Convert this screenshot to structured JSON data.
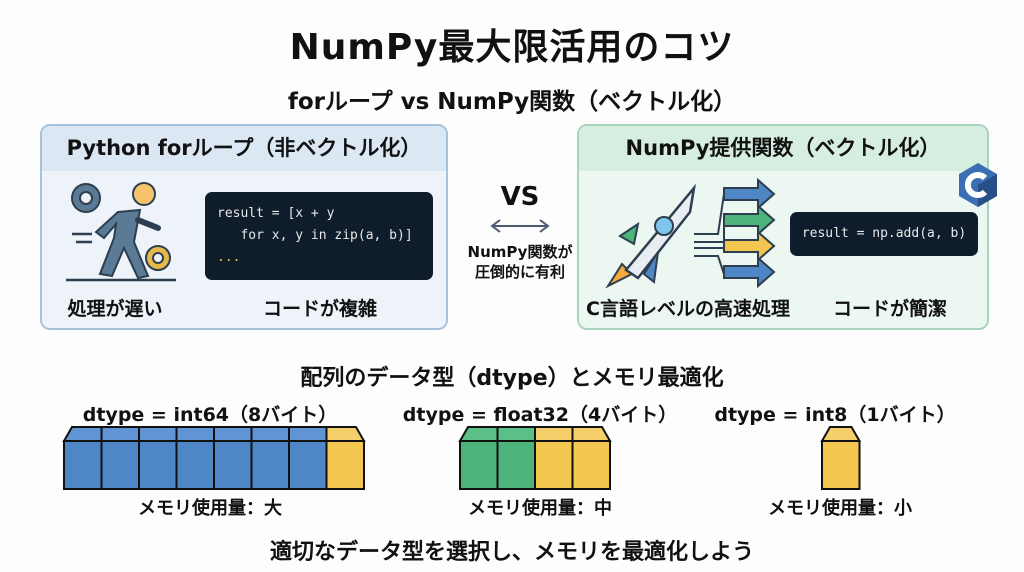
{
  "title": "NumPy最大限活用のコツ",
  "subtitle": "forループ vs NumPy関数（ベクトル化）",
  "left_panel": {
    "header": "Python forループ（非ベクトル化）",
    "code_lines": [
      "result = [x + y",
      "   for x, y in zip(a, b)]",
      "..."
    ],
    "caption_left": "処理が遅い",
    "caption_right": "コードが複雑",
    "icon": "walking-person-with-gears-icon"
  },
  "vs": {
    "label": "VS",
    "note_line1": "NumPy関数が",
    "note_line2": "圧倒的に有利"
  },
  "right_panel": {
    "header": "NumPy提供関数（ベクトル化）",
    "code": "result = np.add(a, b)",
    "caption_left": "C言語レベルの高速処理",
    "caption_right": "コードが簡潔",
    "icon": "rocket-with-parallel-arrows-icon",
    "badge": "c-language-logo"
  },
  "dtype_section": {
    "title": "配列のデータ型（dtype）とメモリ最適化",
    "items": [
      {
        "label": "dtype = int64（8バイト）",
        "bytes": 8,
        "colors": [
          "#4f86c6",
          "#4f86c6",
          "#4f86c6",
          "#4f86c6",
          "#4f86c6",
          "#4f86c6",
          "#4f86c6",
          "#f2c64f"
        ],
        "memory": "メモリ使用量：大"
      },
      {
        "label": "dtype = float32（4バイト）",
        "bytes": 4,
        "colors": [
          "#4cb37a",
          "#4cb37a",
          "#f2c64f",
          "#f2c64f"
        ],
        "memory": "メモリ使用量：中"
      },
      {
        "label": "dtype = int8（1バイト）",
        "bytes": 1,
        "colors": [
          "#f2c64f"
        ],
        "memory": "メモリ使用量：小"
      }
    ]
  },
  "footer": "適切なデータ型を選択し、メモリを最適化しよう",
  "colors": {
    "blue": "#4f86c6",
    "green": "#4cb37a",
    "yellow": "#f2c64f",
    "code_bg": "#0f1c2b"
  }
}
